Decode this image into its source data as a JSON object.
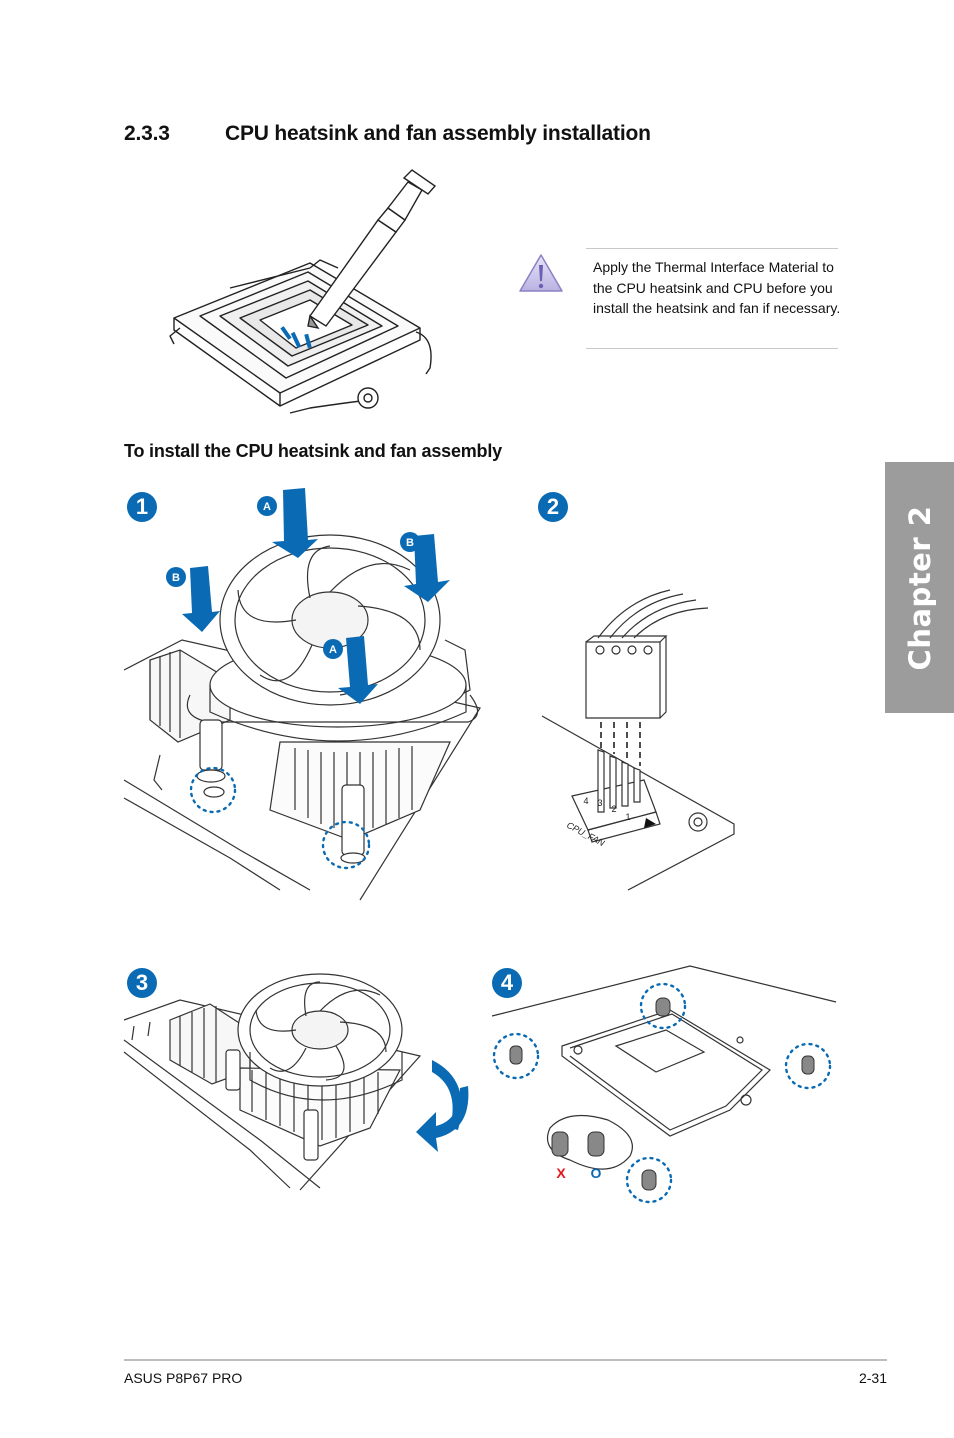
{
  "section": {
    "number": "2.3.3",
    "title": "CPU heatsink and fan assembly installation"
  },
  "note": {
    "icon": "warning-icon",
    "text": "Apply the Thermal Interface Material to the CPU heatsink and CPU before you install the heatsink and fan if necessary."
  },
  "subheading": "To install the CPU heatsink and fan assembly",
  "steps": [
    "1",
    "2",
    "3",
    "4"
  ],
  "callouts": {
    "a": "A",
    "b": "B"
  },
  "connector": {
    "label": "CPU_FAN",
    "pins": [
      "4",
      "3",
      "2",
      "1"
    ]
  },
  "fastener_marks": {
    "wrong": "X",
    "right": "O"
  },
  "chapter_tab": "Chapter 2",
  "footer": {
    "left": "ASUS P8P67 PRO",
    "right": "2-31"
  },
  "colors": {
    "accent": "#0a6bb4",
    "tab": "#9c9c9c",
    "wrong": "#e0161b"
  }
}
